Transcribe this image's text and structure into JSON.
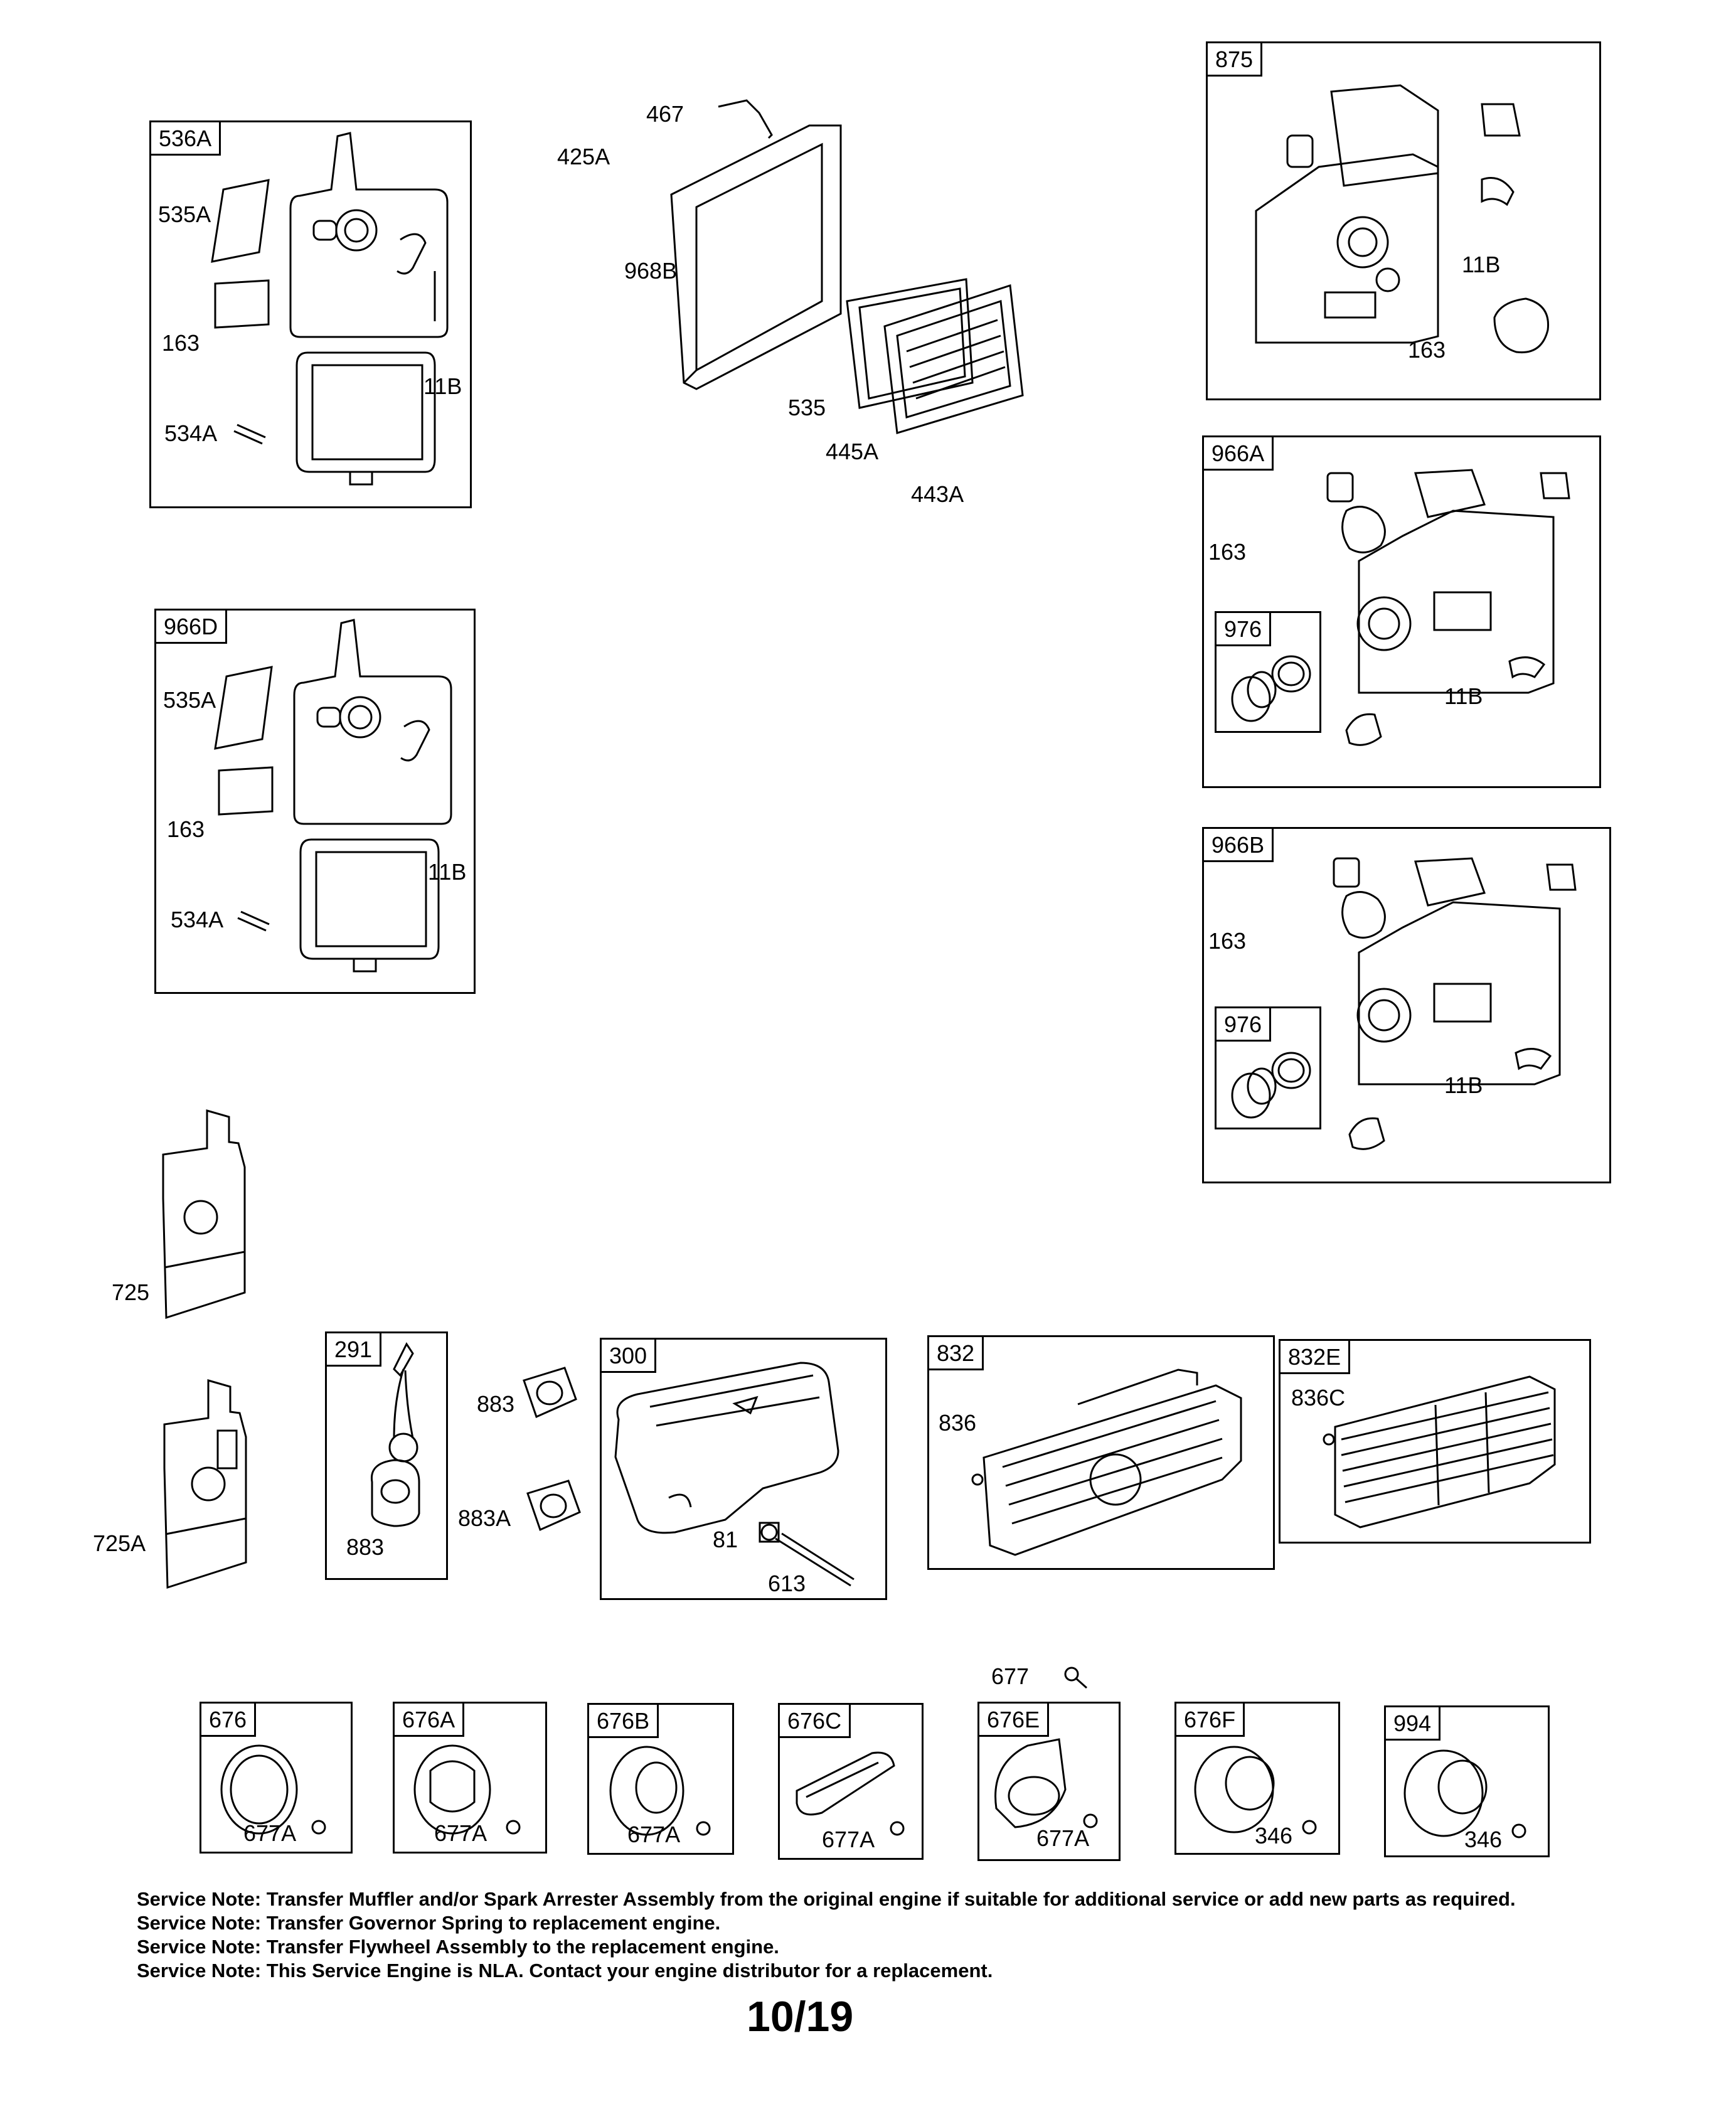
{
  "boxes": {
    "b536A": "536A",
    "b966D": "966D",
    "b875": "875",
    "b966A": "966A",
    "b976a": "976",
    "b966B": "966B",
    "b976b": "976",
    "b291": "291",
    "b300": "300",
    "b832": "832",
    "b832E": "832E",
    "b676": "676",
    "b676A": "676A",
    "b676B": "676B",
    "b676C": "676C",
    "b676E": "676E",
    "b676F": "676F",
    "b994": "994"
  },
  "labels": {
    "l535A_1": "535A",
    "l163_1": "163",
    "l534A_1": "534A",
    "l11B_1": "11B",
    "l467": "467",
    "l425A": "425A",
    "l968B": "968B",
    "l535": "535",
    "l445A": "445A",
    "l443A": "443A",
    "l11B_2": "11B",
    "l163_2": "163",
    "l163_3": "163",
    "l11B_3": "11B",
    "l535A_2": "535A",
    "l163_4": "163",
    "l11B_4": "11B",
    "l534A_2": "534A",
    "l163_5": "163",
    "l11B_5": "11B",
    "l725": "725",
    "l725A": "725A",
    "l883_1": "883",
    "l883_2": "883",
    "l883A": "883A",
    "l81": "81",
    "l613": "613",
    "l836": "836",
    "l836C": "836C",
    "l677": "677",
    "l677A_1": "677A",
    "l677A_2": "677A",
    "l677A_3": "677A",
    "l677A_4": "677A",
    "l677A_5": "677A",
    "l346_1": "346",
    "l346_2": "346"
  },
  "notes": [
    "Service Note: Transfer Muffler and/or Spark Arrester Assembly from the original engine if suitable for additional service or add new parts as required.",
    "Service Note: Transfer Governor Spring to replacement engine.",
    "Service Note: Transfer Flywheel Assembly to the replacement engine.",
    "Service Note: This Service Engine is NLA. Contact your engine distributor for a replacement."
  ],
  "page_number": "10/19"
}
